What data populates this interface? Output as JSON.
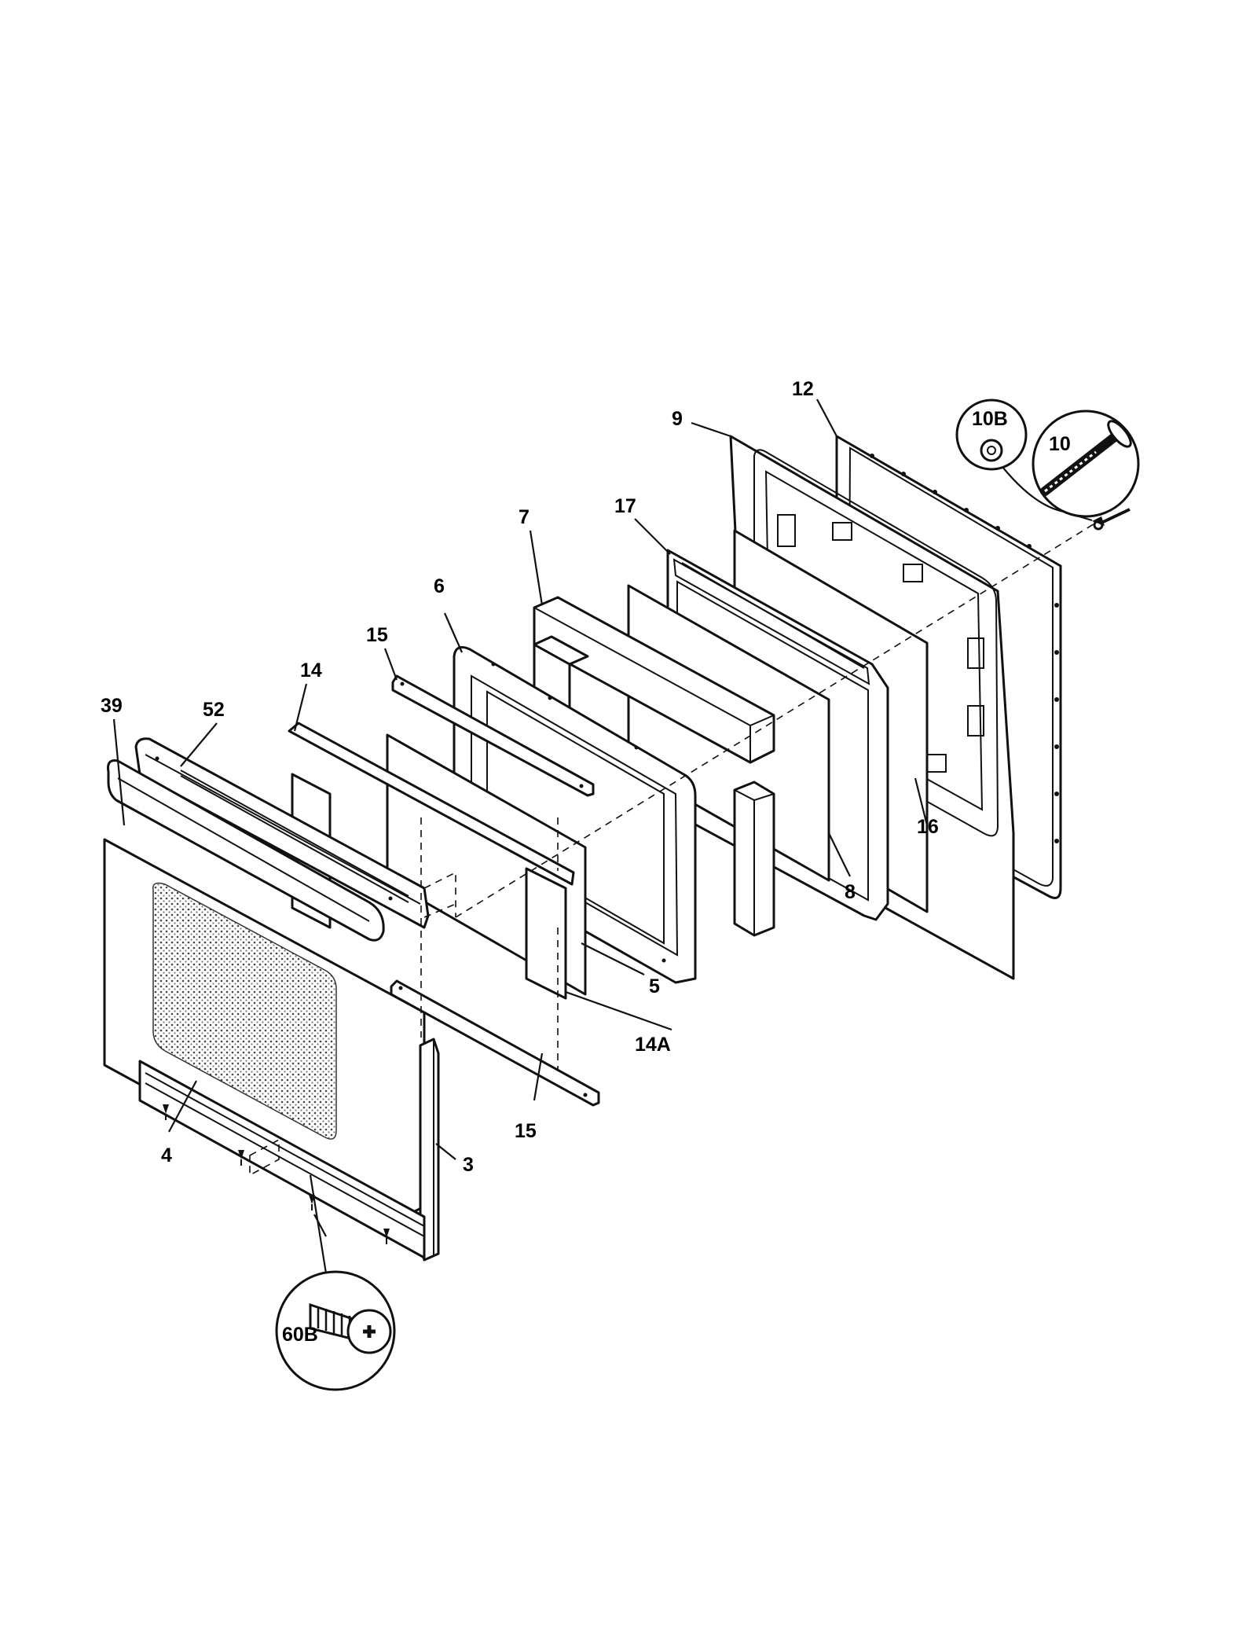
{
  "diagram": {
    "callouts": {
      "c39": "39",
      "c52": "52",
      "c14": "14",
      "c15_top": "15",
      "c6": "6",
      "c7": "7",
      "c17": "17",
      "c9": "9",
      "c12": "12",
      "c10B": "10B",
      "c10": "10",
      "c16": "16",
      "c8": "8",
      "c5": "5",
      "c14A": "14A",
      "c15_bottom": "15",
      "c3": "3",
      "c4": "4",
      "c60B": "60B"
    }
  }
}
